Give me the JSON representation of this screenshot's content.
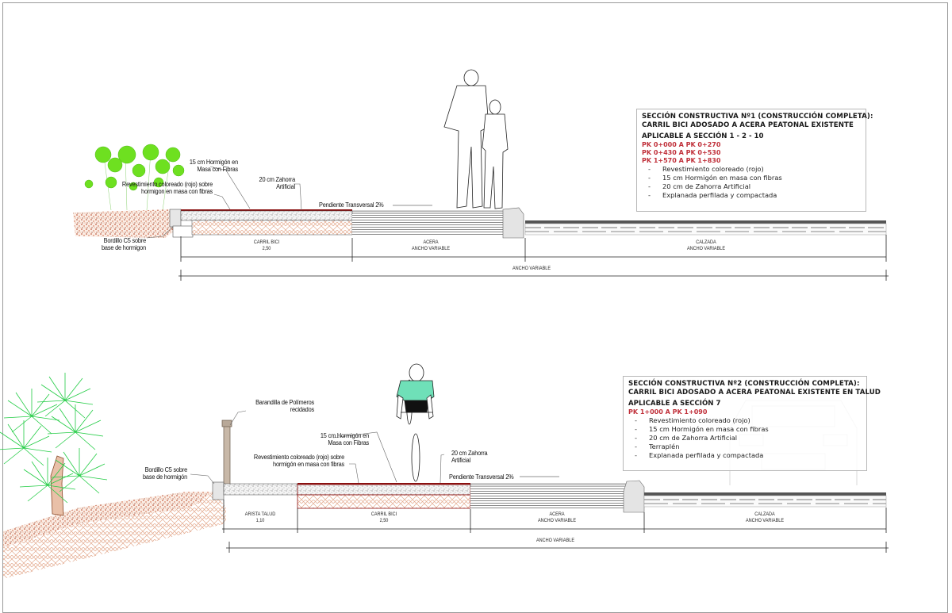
{
  "colors": {
    "pk_red": "#c0303a",
    "plant_green": "#6ee020",
    "palm_green": "#22cc44",
    "soil_red": "#b23a1a",
    "hatch_tan": "#e8b49a",
    "surface_red": "#8a1010",
    "cyclist_shirt": "#6fe0b8",
    "frame_gray": "#9a9a9a"
  },
  "section1": {
    "info": {
      "title_line1": "SECCIÓN CONSTRUCTIVA Nº1 (CONSTRUCCIÓN COMPLETA):",
      "title_line2": "CARRIL BICI ADOSADO A ACERA PEATONAL EXISTENTE",
      "applicable": "APLICABLE A SECCIÓN 1 - 2 - 10",
      "pk_ranges": [
        "PK 0+000 A PK 0+270",
        "PK 0+430 A PK 0+530",
        "PK 1+570 A PK 1+830"
      ],
      "items": [
        "Revestimiento coloreado (rojo)",
        "15 cm Hormigón en masa con fibras",
        "20 cm de Zahorra Artificial",
        "Explanada perfilada y compactada"
      ]
    },
    "annotations": {
      "hormigon": [
        "15 cm Hormigón en",
        "Masa con Fibras"
      ],
      "revestimiento": [
        "Revestimiento coloreado (rojo) sobre",
        "hormigon en masa con fibras"
      ],
      "zahorra": [
        "20 cm Zahorra",
        "Artificial"
      ],
      "pendiente": "Pendiente Transversal 2%",
      "bordillo": [
        "Bordillo C5 sobre",
        "base de hormigon"
      ]
    },
    "dimensions": {
      "carril_bici": {
        "name": "CARRIL BICI",
        "value": "2,50"
      },
      "acera": {
        "name": "ACERA",
        "value": "ANCHO VARIABLE"
      },
      "calzada": {
        "name": "CALZADA",
        "value": "ANCHO VARIABLE"
      },
      "total": "ANCHO VARIABLE"
    },
    "figures": [
      "pedestrian-adult",
      "pedestrian-child",
      "shrubs"
    ]
  },
  "section2": {
    "info": {
      "title_line1": "SECCIÓN CONSTRUCTIVA Nº2 (CONSTRUCCIÓN COMPLETA):",
      "title_line2": "CARRIL BICI ADOSADO A ACERA PEATONAL EXISTENTE EN TALUD",
      "applicable": "APLICABLE A SECCIÓN 7",
      "pk_ranges": [
        "PK 1+000 A PK 1+090"
      ],
      "items": [
        "Revestimiento coloreado (rojo)",
        "15 cm Hormigón en masa con fibras",
        "20 cm de Zahorra Artificial",
        "Terraplén",
        "Explanada perfilada y compactada"
      ]
    },
    "annotations": {
      "barandilla": [
        "Barandilla de Polímeros",
        "recidados"
      ],
      "hormigon": [
        "15 cm Hormigón en",
        "Masa con Fibras"
      ],
      "revestimiento": [
        "Revestimiento coloreado (rojo) sobre",
        "hormigón en masa con fibras"
      ],
      "zahorra": [
        "20 cm Zahorra",
        "Artificial"
      ],
      "pendiente": "Pendiente Transversal 2%",
      "bordillo": [
        "Bordillo C5 sobre",
        "base de hormigón"
      ]
    },
    "dimensions": {
      "arista_talud": {
        "name": "ARISTA TALUD",
        "value": "1,10"
      },
      "carril_bici": {
        "name": "CARRIL BICI",
        "value": "2,50"
      },
      "acera": {
        "name": "ACERA",
        "value": "ANCHO VARIABLE"
      },
      "calzada": {
        "name": "CALZADA",
        "value": "ANCHO VARIABLE"
      },
      "total": "ANCHO VARIABLE"
    },
    "figures": [
      "cyclist",
      "palm-tree",
      "car-outline"
    ]
  }
}
